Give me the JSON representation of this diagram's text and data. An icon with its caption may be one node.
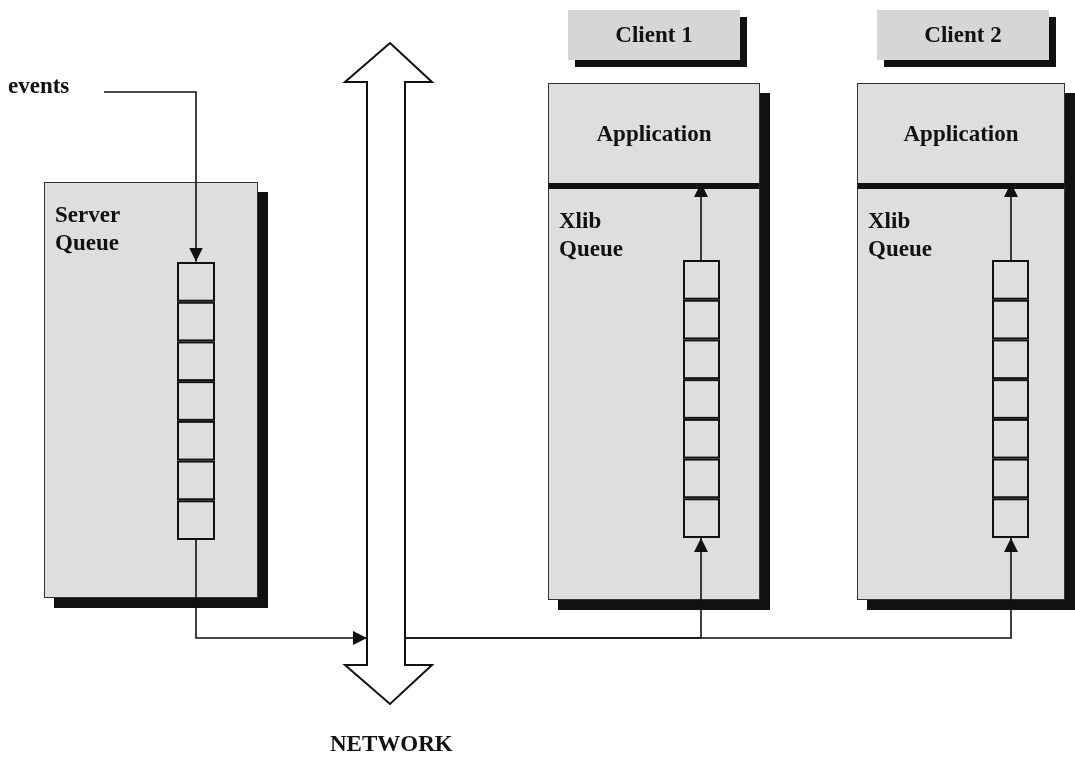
{
  "diagram": {
    "nodes": [
      {
        "text": [
          "events"
        ]
      },
      {
        "text": [
          "Server Queue"
        ]
      },
      {
        "text": [],
        "shape": "box",
        "in": 1
      },
      {
        "text": [
          "NETWORK"
        ]
      },
      {
        "text": [
          "Client 1"
        ]
      },
      {
        "text": [
          "Application"
        ]
      },
      {
        "text": [
          "Xlib Queue"
        ]
      },
      {
        "text": [],
        "shape": "box",
        "in": 6
      },
      {
        "text": [
          "Client 2"
        ]
      },
      {
        "text": [
          "Application"
        ]
      },
      {
        "text": [
          "Xlib Queue"
        ]
      },
      {
        "text": [],
        "shape": "box",
        "in": 10
      }
    ],
    "edges": [
      {
        "from": 0,
        "to": 2,
        "arrow": "to"
      },
      {
        "from": 2,
        "to": 3,
        "arrow": "to"
      },
      {
        "from": 3,
        "to": 7,
        "arrow": "to"
      },
      {
        "from": 3,
        "to": 11,
        "arrow": "to"
      },
      {
        "from": 7,
        "to": 5,
        "arrow": "to"
      },
      {
        "from": 11,
        "to": 9,
        "arrow": "to"
      }
    ]
  }
}
